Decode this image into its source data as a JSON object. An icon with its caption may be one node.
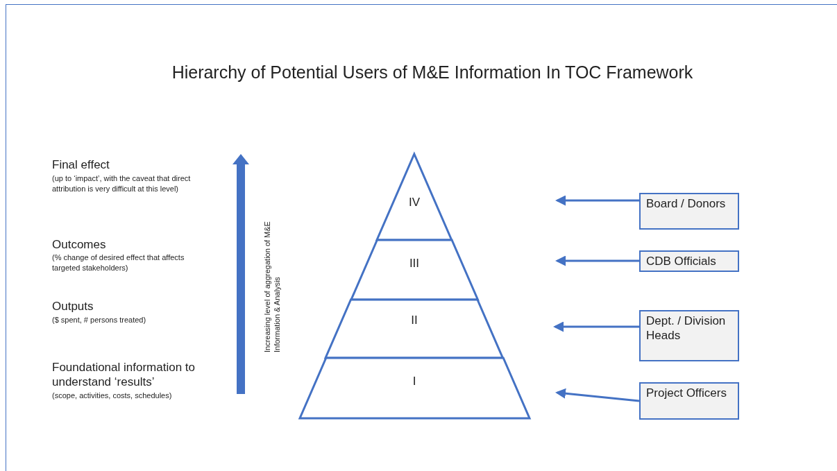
{
  "diagram": {
    "title": "Hierarchy of Potential Users of M&E Information In TOC Framework",
    "nodes": [
      {
        "text": [
          "IV"
        ]
      },
      {
        "text": [
          "III"
        ]
      },
      {
        "text": [
          "II"
        ]
      },
      {
        "text": [
          "I"
        ]
      },
      {
        "text": [
          "Board / Donors"
        ]
      },
      {
        "text": [
          "CDB Officials"
        ]
      },
      {
        "text": [
          "Dept. / Division Heads"
        ]
      },
      {
        "text": [
          "Project Officers"
        ]
      }
    ],
    "edges": [
      {
        "from": 4,
        "to": null,
        "arrow": "to"
      },
      {
        "from": 5,
        "to": null,
        "arrow": "to"
      },
      {
        "from": 6,
        "to": null,
        "arrow": "to"
      },
      {
        "from": 7,
        "to": null,
        "arrow": "to"
      }
    ],
    "labels": [
      "Final effect",
      "(up to ‘impact’, with the caveat that direct attribution is very difficult at this level)",
      "Outcomes",
      "(% change of desired effect that affects targeted stakeholders)",
      "Outputs",
      "($ spent, # persons treated)",
      "Foundational information to understand ‘results’",
      "(scope, activities, costs, schedules)",
      "Increasing level of aggregation of M&E Information & Analysis"
    ]
  }
}
